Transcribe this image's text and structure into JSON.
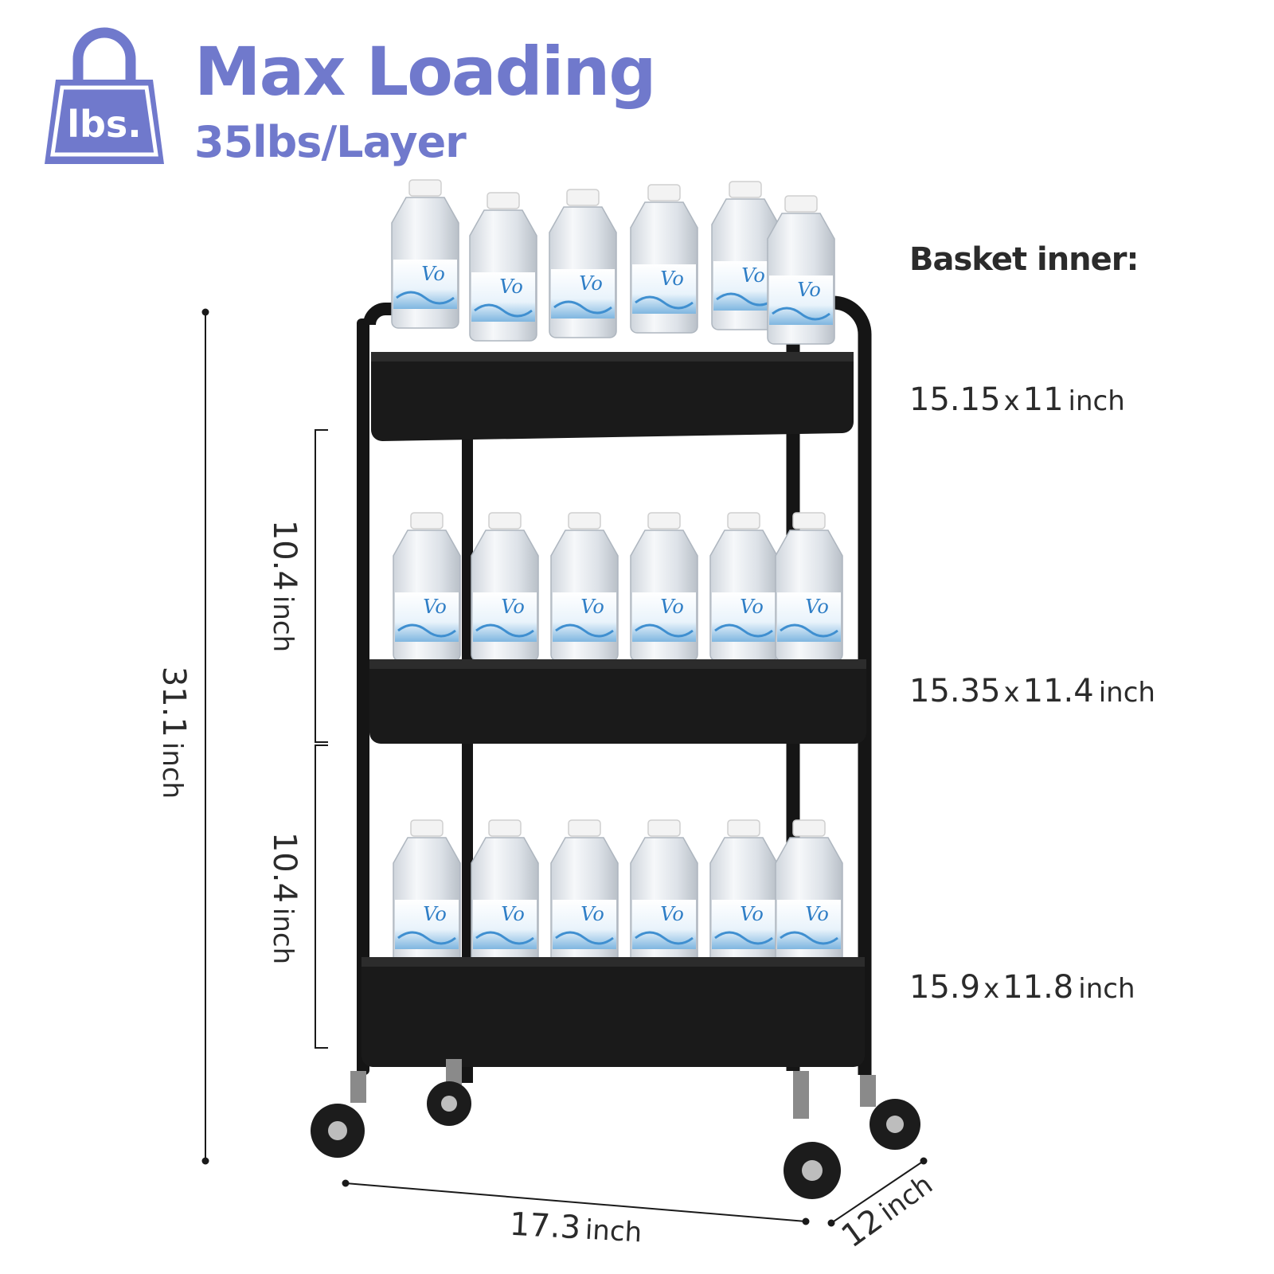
{
  "colors": {
    "accent": "#7079cc",
    "text": "#2b2b2b",
    "cart": "#141414"
  },
  "header": {
    "icon_text": "lbs.",
    "title": "Max Loading",
    "subtitle": "35lbs/Layer"
  },
  "basket": {
    "heading": "Basket inner:",
    "sizes": [
      {
        "w": "15.15",
        "x": "x",
        "d": "11",
        "unit": "inch"
      },
      {
        "w": "15.35",
        "x": "x",
        "d": "11.4",
        "unit": "inch"
      },
      {
        "w": "15.9",
        "x": "x",
        "d": "11.8",
        "unit": "inch"
      }
    ]
  },
  "dimensions": {
    "height_total": {
      "value": "31.1",
      "unit": "inch"
    },
    "tier_gap_1": {
      "value": "10.4",
      "unit": "inch"
    },
    "tier_gap_2": {
      "value": "10.4",
      "unit": "inch"
    },
    "width": {
      "value": "17.3",
      "unit": "inch"
    },
    "depth": {
      "value": "12",
      "unit": "inch"
    }
  },
  "bottle_label": "Vo"
}
